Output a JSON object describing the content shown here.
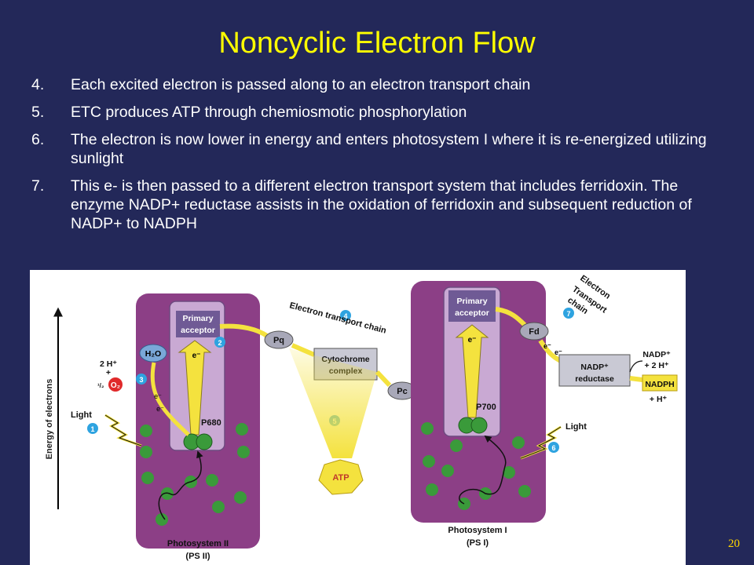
{
  "title": "Noncyclic Electron Flow",
  "bullets": [
    {
      "num": "4.",
      "text": "Each excited electron is passed along to an electron transport chain"
    },
    {
      "num": "5.",
      "text": "ETC produces ATP through chemiosmotic phosphorylation"
    },
    {
      "num": "6.",
      "text": "The electron is now lower in energy and enters photosystem I where it is re-energized utilizing sunlight"
    },
    {
      "num": "7.",
      "text": "This e- is then passed to a different electron transport system that includes ferridoxin. The enzyme NADP+ reductase assists in the oxidation of ferridoxin and subsequent reduction of NADP+ to NADPH"
    }
  ],
  "slide_number": "20",
  "diagram": {
    "energy_axis": "Energy of electrons",
    "primary_acceptor": "Primary",
    "primary_acceptor_2": "acceptor",
    "h2o": "H₂O",
    "two_h": "2 H⁺",
    "plus": "+",
    "half_o2": "¹/₂",
    "o2": "O₂",
    "electron": "e⁻",
    "light": "Light",
    "p680": "P680",
    "p700": "P700",
    "pq": "Pq",
    "cytochrome_1": "Cytochrome",
    "cytochrome_2": "complex",
    "pc": "Pc",
    "etc_label": "Electron transport chain",
    "atp": "ATP",
    "fd": "Fd",
    "nadp_reductase_1": "NADP⁺",
    "nadp_reductase_2": "reductase",
    "nadp_plus_1": "NADP⁺",
    "nadp_plus_2": "+ 2 H⁺",
    "nadph_1": "NADPH",
    "nadph_2": "+ H⁺",
    "etc2_1": "Electron",
    "etc2_2": "Transport",
    "etc2_3": "chain",
    "ps2_1": "Photosystem II",
    "ps2_2": "(PS II)",
    "ps1_1": "Photosystem I",
    "ps1_2": "(PS I)",
    "steps": [
      "1",
      "2",
      "3",
      "4",
      "5",
      "6",
      "7"
    ]
  },
  "colors": {
    "background": "#232859",
    "title": "#ffff00",
    "photosystem": "#8c3f86",
    "pigment": "#3a9a3a",
    "step_badge": "#2ea3e0",
    "atp": "#f4e23e",
    "o2": "#e0292a"
  }
}
